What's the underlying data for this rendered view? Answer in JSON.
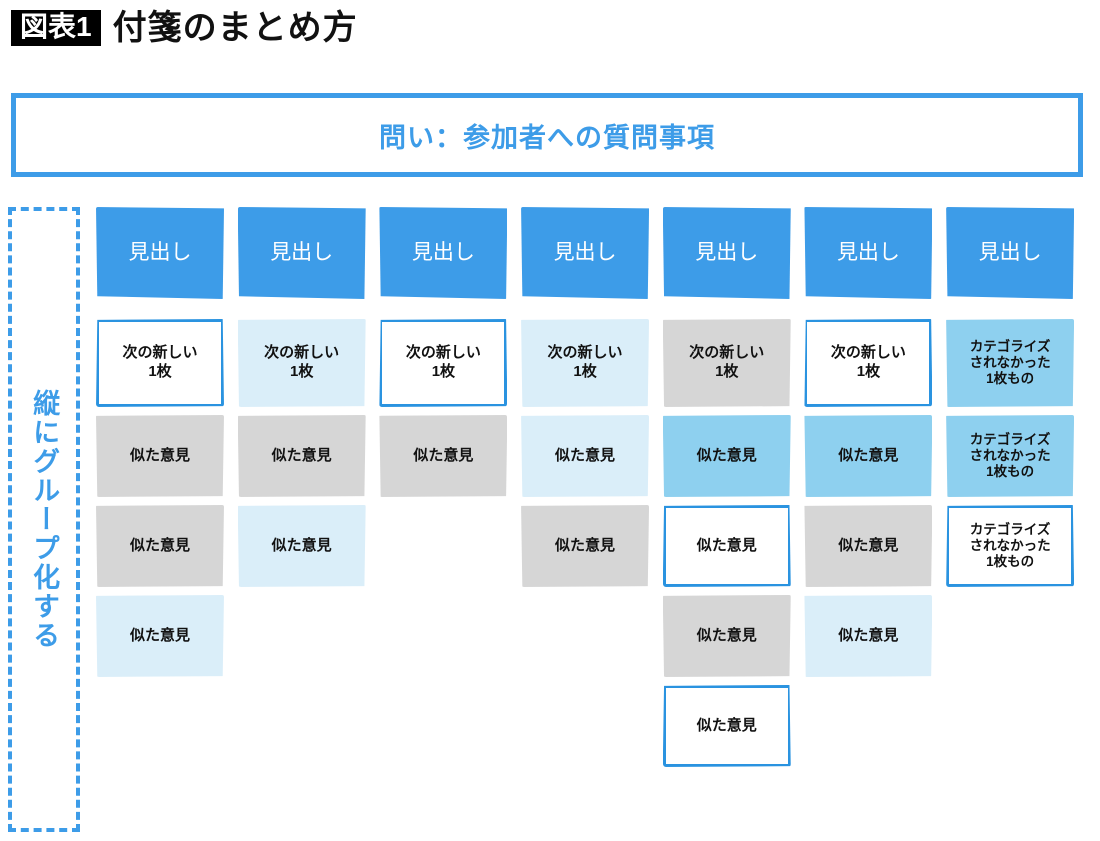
{
  "title": {
    "badge": "図表1",
    "text": "付箋のまとめ方"
  },
  "question_banner": {
    "text": "問い：参加者への質問事項"
  },
  "group_box": {
    "label": "縦にグループ化する"
  },
  "colors": {
    "accent_blue": "#3d9ce8",
    "note_outline_blue": "#2a93e0",
    "light_blue": "#daeef9",
    "medium_blue": "#8ed0ef",
    "gray": "#d6d6d6",
    "white": "#ffffff",
    "badge_black": "#000000"
  },
  "labels": {
    "header": "見出し",
    "new_note_line1": "次の新しい",
    "new_note_line2": "1枚",
    "similar": "似た意見",
    "uncategorized_line1": "カテゴライズ",
    "uncategorized_line2": "されなかった",
    "uncategorized_line3": "1枚もの"
  },
  "columns": [
    {
      "id": 1,
      "header": "見出し",
      "notes": [
        {
          "text": "次の新しい\n1枚",
          "style": "white",
          "size": "tall"
        },
        {
          "text": "似た意見",
          "style": "gray",
          "size": "std"
        },
        {
          "text": "似た意見",
          "style": "gray",
          "size": "std"
        },
        {
          "text": "似た意見",
          "style": "lightblue",
          "size": "std"
        }
      ]
    },
    {
      "id": 2,
      "header": "見出し",
      "notes": [
        {
          "text": "次の新しい\n1枚",
          "style": "lightblue",
          "size": "tall"
        },
        {
          "text": "似た意見",
          "style": "gray",
          "size": "std"
        },
        {
          "text": "似た意見",
          "style": "lightblue",
          "size": "std"
        }
      ]
    },
    {
      "id": 3,
      "header": "見出し",
      "notes": [
        {
          "text": "次の新しい\n1枚",
          "style": "white",
          "size": "tall"
        },
        {
          "text": "似た意見",
          "style": "gray",
          "size": "std"
        }
      ]
    },
    {
      "id": 4,
      "header": "見出し",
      "notes": [
        {
          "text": "次の新しい\n1枚",
          "style": "lightblue",
          "size": "tall"
        },
        {
          "text": "似た意見",
          "style": "lightblue",
          "size": "std"
        },
        {
          "text": "似た意見",
          "style": "gray",
          "size": "std"
        }
      ]
    },
    {
      "id": 5,
      "header": "見出し",
      "notes": [
        {
          "text": "次の新しい\n1枚",
          "style": "gray",
          "size": "tall"
        },
        {
          "text": "似た意見",
          "style": "medblue",
          "size": "std"
        },
        {
          "text": "似た意見",
          "style": "white",
          "size": "std"
        },
        {
          "text": "似た意見",
          "style": "gray",
          "size": "std"
        },
        {
          "text": "似た意見",
          "style": "white",
          "size": "std"
        }
      ]
    },
    {
      "id": 6,
      "header": "見出し",
      "notes": [
        {
          "text": "次の新しい\n1枚",
          "style": "white",
          "size": "tall"
        },
        {
          "text": "似た意見",
          "style": "medblue",
          "size": "std"
        },
        {
          "text": "似た意見",
          "style": "gray",
          "size": "std"
        },
        {
          "text": "似た意見",
          "style": "lightblue",
          "size": "std"
        }
      ]
    },
    {
      "id": 7,
      "header": "見出し",
      "notes": [
        {
          "text": "カテゴライズ\nされなかった\n1枚もの",
          "style": "medblue",
          "size": "tall",
          "small": true
        },
        {
          "text": "カテゴライズ\nされなかった\n1枚もの",
          "style": "medblue",
          "size": "std",
          "small": true
        },
        {
          "text": "カテゴライズ\nされなかった\n1枚もの",
          "style": "white",
          "size": "std",
          "small": true
        }
      ]
    }
  ]
}
